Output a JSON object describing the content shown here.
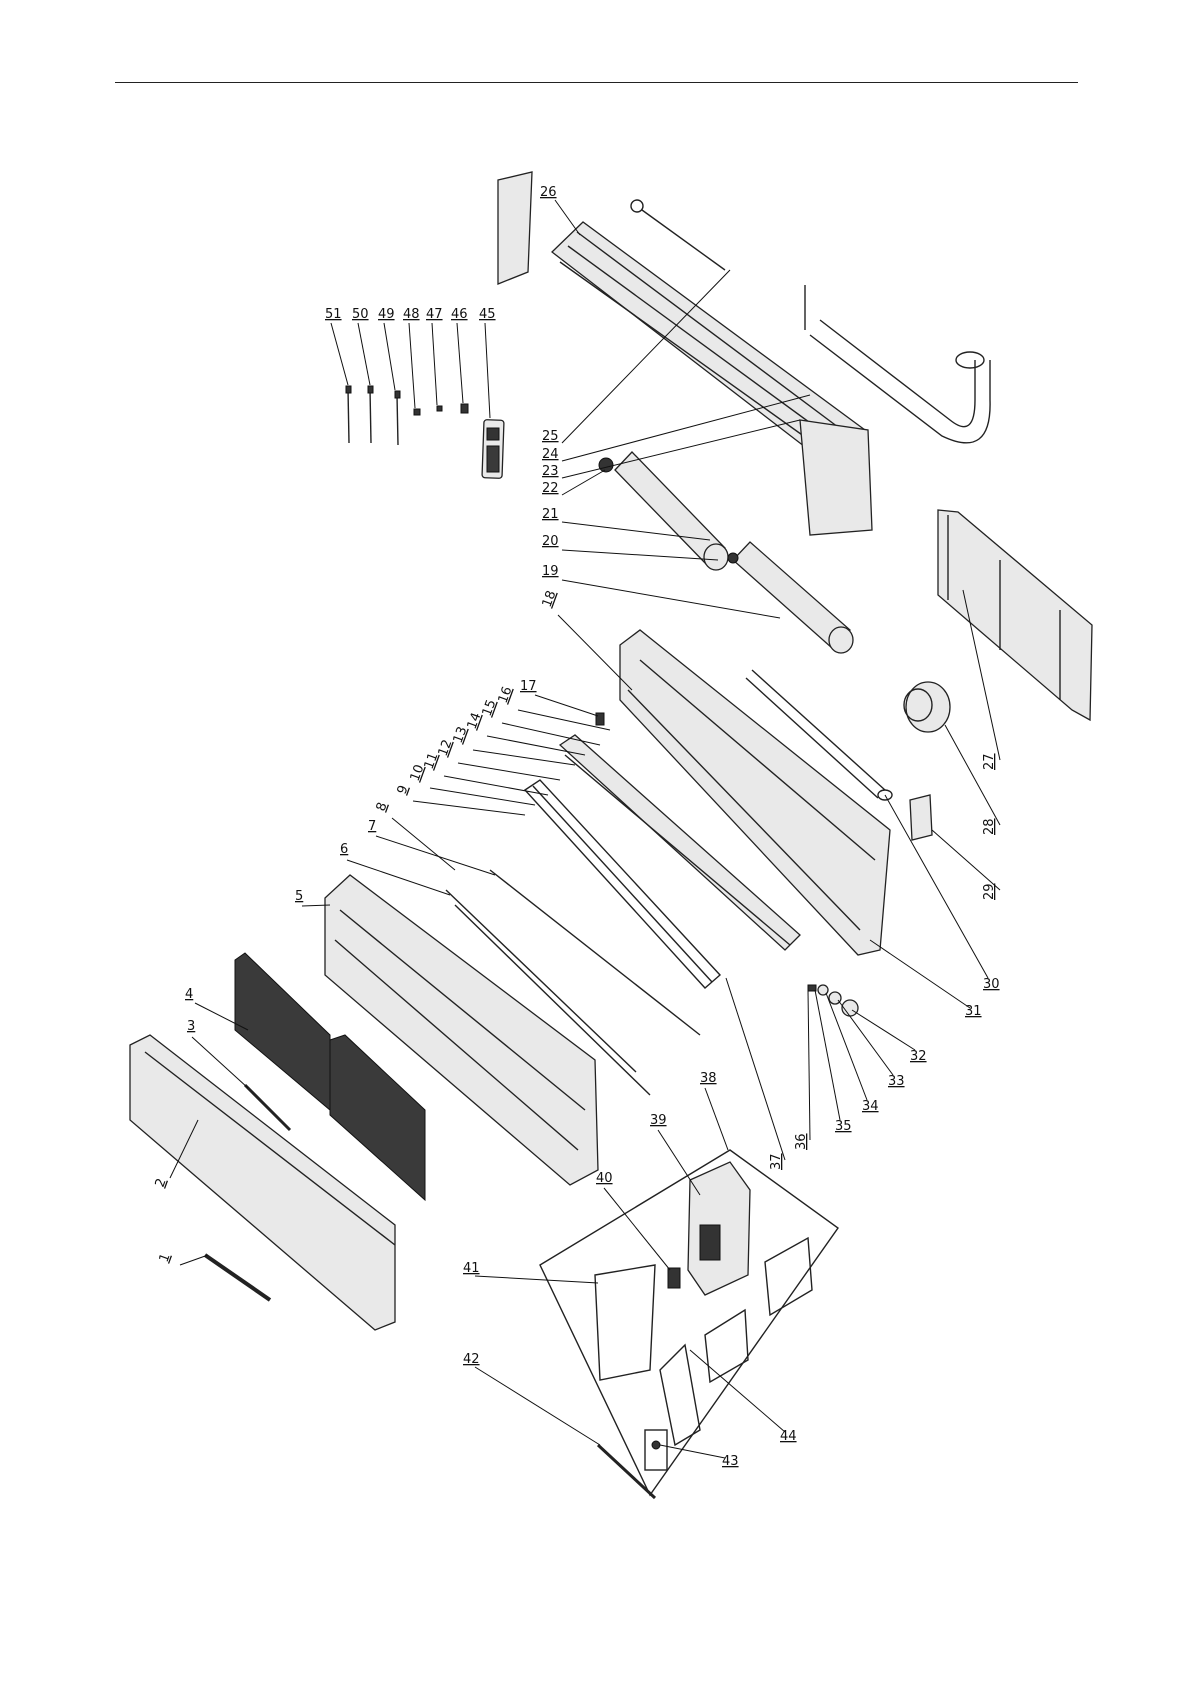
{
  "callouts": [
    {
      "id": "1",
      "label": "1"
    },
    {
      "id": "2",
      "label": "2"
    },
    {
      "id": "3",
      "label": "3"
    },
    {
      "id": "4",
      "label": "4"
    },
    {
      "id": "5",
      "label": "5"
    },
    {
      "id": "6",
      "label": "6"
    },
    {
      "id": "7",
      "label": "7"
    },
    {
      "id": "8",
      "label": "8"
    },
    {
      "id": "9",
      "label": "9"
    },
    {
      "id": "10",
      "label": "10"
    },
    {
      "id": "11",
      "label": "11"
    },
    {
      "id": "12",
      "label": "12"
    },
    {
      "id": "13",
      "label": "13"
    },
    {
      "id": "14",
      "label": "14"
    },
    {
      "id": "15",
      "label": "15"
    },
    {
      "id": "16",
      "label": "16"
    },
    {
      "id": "17",
      "label": "17"
    },
    {
      "id": "18",
      "label": "18"
    },
    {
      "id": "19",
      "label": "19"
    },
    {
      "id": "20",
      "label": "20"
    },
    {
      "id": "21",
      "label": "21"
    },
    {
      "id": "22",
      "label": "22"
    },
    {
      "id": "23",
      "label": "23"
    },
    {
      "id": "24",
      "label": "24"
    },
    {
      "id": "25",
      "label": "25"
    },
    {
      "id": "26",
      "label": "26"
    },
    {
      "id": "27",
      "label": "27"
    },
    {
      "id": "28",
      "label": "28"
    },
    {
      "id": "29",
      "label": "29"
    },
    {
      "id": "30",
      "label": "30"
    },
    {
      "id": "31",
      "label": "31"
    },
    {
      "id": "32",
      "label": "32"
    },
    {
      "id": "33",
      "label": "33"
    },
    {
      "id": "34",
      "label": "34"
    },
    {
      "id": "35",
      "label": "35"
    },
    {
      "id": "36",
      "label": "36"
    },
    {
      "id": "37",
      "label": "37"
    },
    {
      "id": "38",
      "label": "38"
    },
    {
      "id": "39",
      "label": "39"
    },
    {
      "id": "40",
      "label": "40"
    },
    {
      "id": "41",
      "label": "41"
    },
    {
      "id": "42",
      "label": "42"
    },
    {
      "id": "43",
      "label": "43"
    },
    {
      "id": "44",
      "label": "44"
    },
    {
      "id": "45",
      "label": "45"
    },
    {
      "id": "46",
      "label": "46"
    },
    {
      "id": "47",
      "label": "47"
    },
    {
      "id": "48",
      "label": "48"
    },
    {
      "id": "49",
      "label": "49"
    },
    {
      "id": "50",
      "label": "50"
    },
    {
      "id": "51",
      "label": "51"
    }
  ]
}
